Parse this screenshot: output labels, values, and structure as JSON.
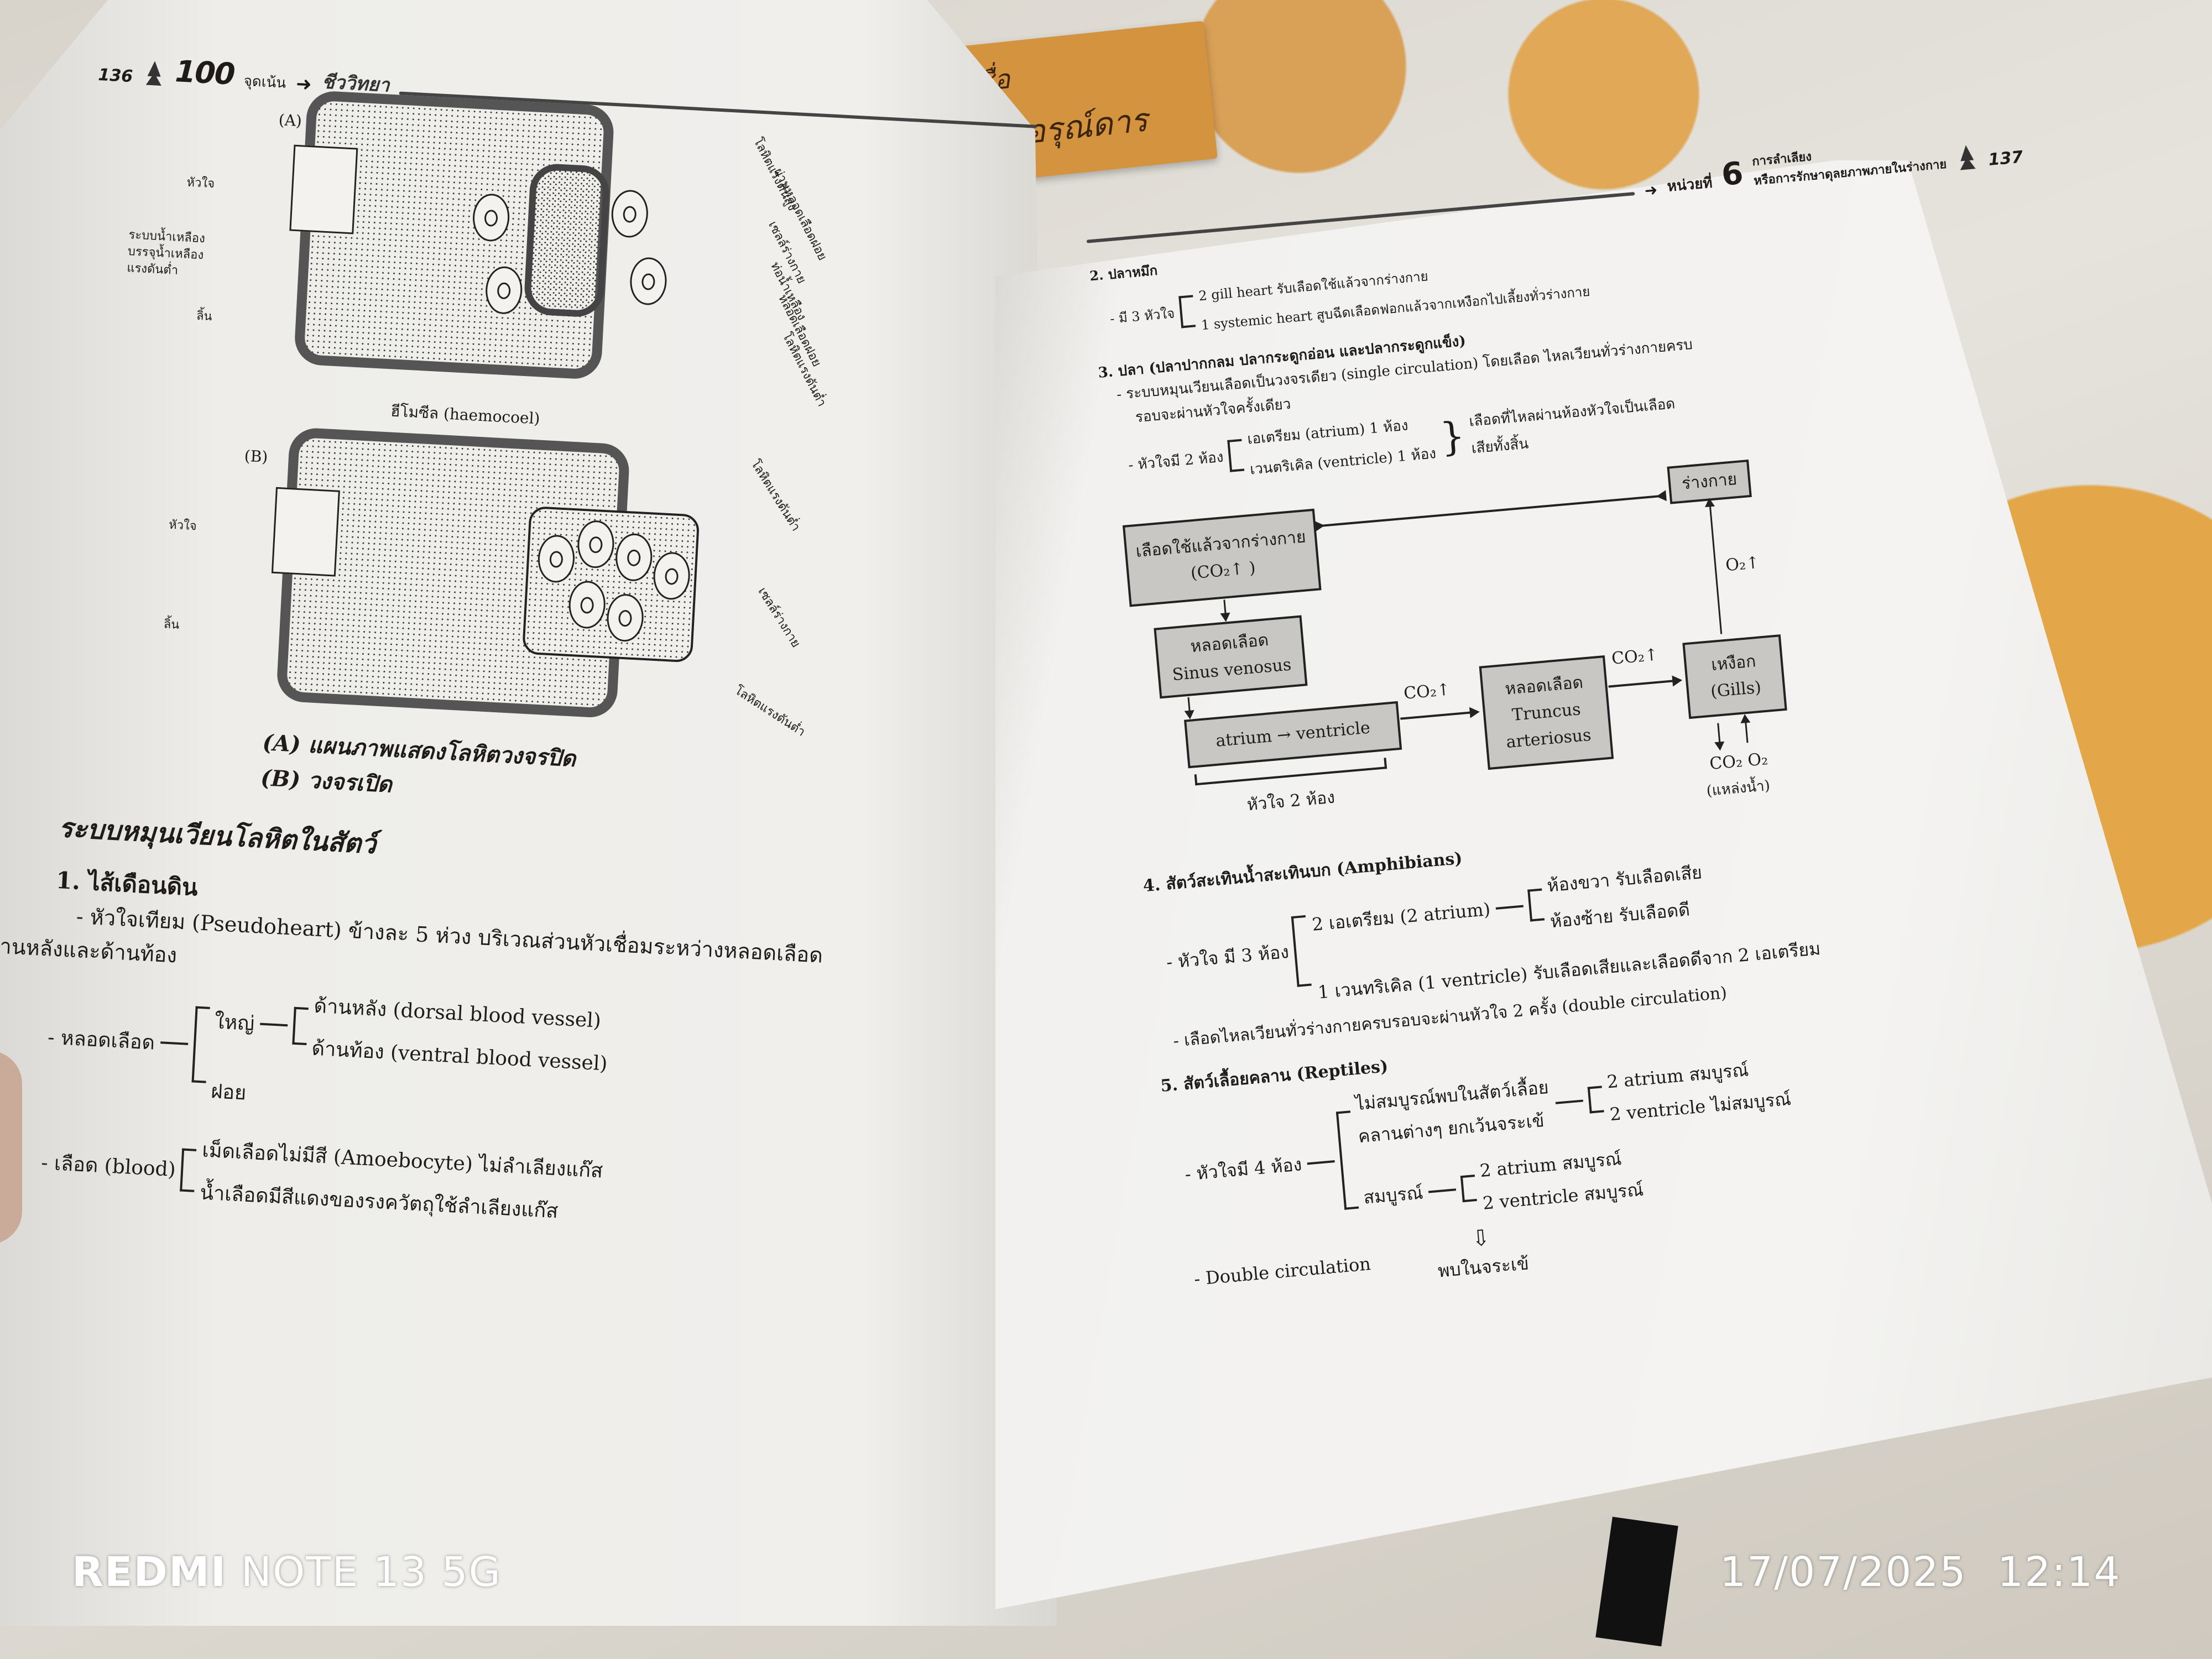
{
  "photo_overlay": {
    "device_brand": "REDMI",
    "device_model": "NOTE 13 5G",
    "date": "17/07/2025",
    "time": "12:14"
  },
  "background": {
    "label_card_text_top": "ชื่อ",
    "label_card_text": "อรุณ์ดาร"
  },
  "left_page": {
    "page_number": "136",
    "header": {
      "series": "100",
      "series_sub": "จุดเน้น",
      "subject": "ชีววิทยา"
    },
    "figure_a": {
      "panel_label": "(A)",
      "labels_left": [
        "หัวใจ",
        "ระบบน้ำเหลือง",
        "บรรจุน้ำเหลือง",
        "แรงดันต่ำ",
        "ลิ้น"
      ],
      "labels_right": [
        "โลหิตแรงดันสูง",
        "ผ่านหลอดเลือดฝอย",
        "เซลล์ร่างกาย",
        "ท่อน้ำเหลือง",
        "หลอดเลือดฝอย",
        "โลหิตแรงดันต่ำ"
      ]
    },
    "figure_b": {
      "haemocoel_label": "ฮีโมซีล (haemocoel)",
      "panel_label": "(B)",
      "labels_left": [
        "หัวใจ",
        "ลิ้น"
      ],
      "labels_right": [
        "โลหิตแรงดันต่ำ",
        "เซลล์ร่างกาย",
        "โลหิตแรงดันต่ำ"
      ]
    },
    "caption": {
      "line_a": "(A) แผนภาพแสดงโลหิตวงจรปิด",
      "line_b": "(B) วงจรเปิด"
    },
    "section_title": "ระบบหมุนเวียนโลหิตในสัตว์",
    "section_1": {
      "heading": "1. ไส้เดือนดิน",
      "bullet_1": "- หัวใจเทียม (Pseudoheart) ข้างละ 5 ห่วง บริเวณส่วนหัวเชื่อมระหว่างหลอดเลือด",
      "bullet_1_cont": "ด้านหลังและด้านท้อง",
      "vessels": {
        "root": "- หลอดเลือด",
        "large": "ใหญ่",
        "large_children": [
          "ด้านหลัง (dorsal blood vessel)",
          "ด้านท้อง (ventral blood vessel)"
        ],
        "small": "ฝอย"
      },
      "blood": {
        "root": "- เลือด (blood)",
        "children": [
          "เม็ดเลือดไม่มีสี (Amoebocyte) ไม่ลำเลียงแก๊ส",
          "น้ำเลือดมีสีแดงของรงควัตถุใช้ลำเลียงแก๊ส"
        ]
      }
    }
  },
  "right_page": {
    "page_number": "137",
    "header": {
      "unit_prefix": "หน่วยที่",
      "unit_number": "6",
      "unit_title_1": "การลำเลียง",
      "unit_title_2": "หรือการรักษาดุลยภาพภายในร่างกาย"
    },
    "section_2": {
      "heading": "2. ปลาหมึก",
      "root": "- มี 3 หัวใจ",
      "children": [
        "2 gill heart รับเลือดใช้แล้วจากร่างกาย",
        "1 systemic heart สูบฉีดเลือดฟอกแล้วจากเหงือกไปเลี้ยงทั่วร่างกาย"
      ]
    },
    "section_3": {
      "heading": "3. ปลา (ปลาปากกลม ปลากระดูกอ่อน และปลากระดูกแข็ง)",
      "bullet_1": "- ระบบหมุนเวียนเลือดเป็นวงจรเดียว (single circulation) โดยเลือด ไหลเวียนทั่วร่างกายครบ",
      "bullet_1_cont": "รอบจะผ่านหัวใจครั้งเดียว",
      "heart": {
        "root": "- หัวใจมี 2 ห้อง",
        "children": [
          "เอเตรียม (atrium) 1 ห้อง",
          "เวนตริเคิล (ventricle) 1 ห้อง"
        ],
        "note_1": "เลือดที่ไหลผ่านห้องหัวใจเป็นเลือด",
        "note_2": "เสียทั้งสิ้น"
      },
      "flowchart": {
        "box_used_blood_line1": "เลือดใช้แล้วจากร่างกาย",
        "box_used_blood_line2": "(CO₂↑ )",
        "box_sinus_line1": "หลอดเลือด",
        "box_sinus_line2": "Sinus venosus",
        "box_heart": "atrium → ventricle",
        "heart_brace_label": "หัวใจ 2 ห้อง",
        "co2_label_1": "CO₂↑",
        "box_truncus_line1": "หลอดเลือด",
        "box_truncus_line2": "Truncus",
        "box_truncus_line3": "arteriosus",
        "co2_label_2": "CO₂↑",
        "box_gills_line1": "เหงือก",
        "box_gills_line2": "(Gills)",
        "o2_label": "O₂↑",
        "box_body": "ร่างกาย",
        "exchange_label": "CO₂ O₂",
        "water_source": "(แหล่งน้ำ)"
      }
    },
    "section_4": {
      "heading": "4. สัตว์สะเทินน้ำสะเทินบก (Amphibians)",
      "root": "- หัวใจ มี 3 ห้อง",
      "atrium": "2 เอเตรียม (2 atrium)",
      "atrium_children": [
        "ห้องขวา รับเลือดเสีย",
        "ห้องซ้าย รับเลือดดี"
      ],
      "ventricle": "1 เวนทริเคิล (1 ventricle) รับเลือดเสียและเลือดดีจาก 2 เอเตรียม",
      "bullet_2": "- เลือดไหลเวียนทั่วร่างกายครบรอบจะผ่านหัวใจ 2 ครั้ง (double circulation)"
    },
    "section_5": {
      "heading": "5. สัตว์เลื้อยคลาน (Reptiles)",
      "root": "- หัวใจมี 4 ห้อง",
      "incomplete_line1": "ไม่สมบูรณ์พบในสัตว์เลื้อย",
      "incomplete_line2": "คลานต่างๆ ยกเว้นจระเข้",
      "incomplete_children": [
        "2 atrium สมบูรณ์",
        "2 ventricle ไม่สมบูรณ์"
      ],
      "complete": "สมบูรณ์",
      "complete_children": [
        "2 atrium สมบูรณ์",
        "2 ventricle สมบูรณ์"
      ],
      "complete_note": "พบในจระเข้",
      "double_circulation": "- Double circulation"
    }
  }
}
